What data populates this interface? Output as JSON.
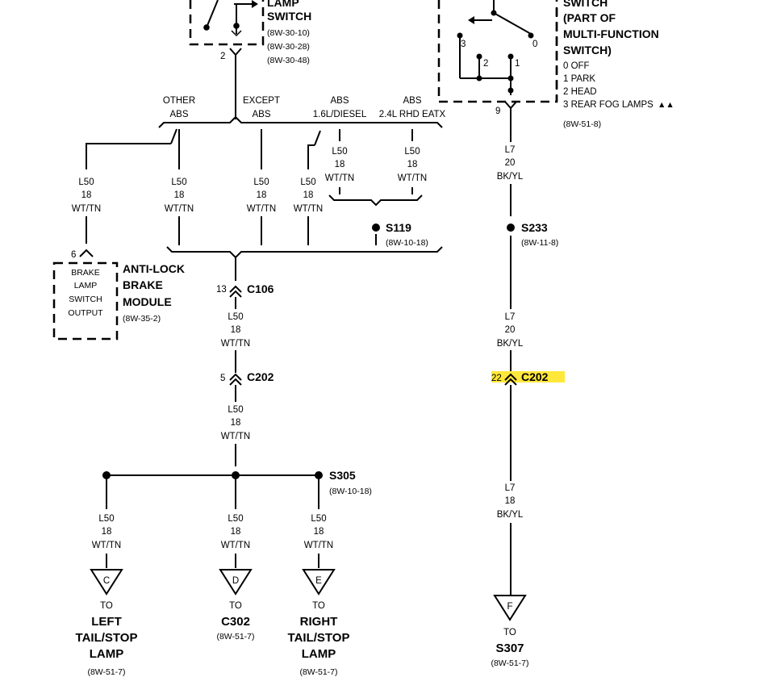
{
  "lamp_switch": {
    "title_line1": "LAMP",
    "title_line2": "SWITCH",
    "refs": [
      "(8W-30-10)",
      "(8W-30-28)",
      "(8W-30-48)"
    ],
    "pin": "2"
  },
  "headlamp_switch": {
    "title_lines": [
      "SWITCH",
      "(PART OF",
      "MULTI-FUNCTION",
      "SWITCH)"
    ],
    "positions": [
      "0 OFF",
      "1 PARK",
      "2 HEAD",
      "3 REAR FOG LAMPS"
    ],
    "fog_marker": "▲▲",
    "contact_labels": [
      "3",
      "2",
      "1",
      "0"
    ],
    "pin": "9",
    "ref": "(8W-51-8)"
  },
  "variants": [
    {
      "line1": "OTHER",
      "line2": "ABS"
    },
    {
      "line1": "EXCEPT",
      "line2": "ABS"
    },
    {
      "line1": "ABS",
      "line2": "1.6L/DIESEL"
    },
    {
      "line1": "ABS",
      "line2": "2.4L RHD EATX"
    }
  ],
  "wires": [
    {
      "circuit": "L50",
      "gauge": "18",
      "color": "WT/TN"
    },
    {
      "circuit": "L50",
      "gauge": "18",
      "color": "WT/TN"
    },
    {
      "circuit": "L50",
      "gauge": "18",
      "color": "WT/TN"
    },
    {
      "circuit": "L50",
      "gauge": "18",
      "color": "WT/TN"
    },
    {
      "circuit": "L50",
      "gauge": "18",
      "color": "WT/TN"
    },
    {
      "circuit": "L50",
      "gauge": "18",
      "color": "WT/TN"
    },
    {
      "circuit": "L50",
      "gauge": "18",
      "color": "WT/TN"
    },
    {
      "circuit": "L50",
      "gauge": "18",
      "color": "WT/TN"
    },
    {
      "circuit": "L50",
      "gauge": "18",
      "color": "WT/TN"
    },
    {
      "circuit": "L50",
      "gauge": "18",
      "color": "WT/TN"
    },
    {
      "circuit": "L50",
      "gauge": "18",
      "color": "WT/TN"
    },
    {
      "circuit": "L7",
      "gauge": "20",
      "color": "BK/YL"
    },
    {
      "circuit": "L7",
      "gauge": "20",
      "color": "BK/YL"
    },
    {
      "circuit": "L7",
      "gauge": "18",
      "color": "BK/YL"
    }
  ],
  "splices": {
    "s119": {
      "name": "S119",
      "ref": "(8W-10-18)"
    },
    "s233": {
      "name": "S233",
      "ref": "(8W-11-8)"
    },
    "s305": {
      "name": "S305",
      "ref": "(8W-10-18)"
    }
  },
  "connectors": {
    "c106": {
      "name": "C106",
      "pin": "13"
    },
    "c202_left": {
      "name": "C202",
      "pin": "5"
    },
    "c202_right": {
      "name": "C202",
      "pin": "22",
      "highlight": "#ffe83a"
    }
  },
  "abs_module": {
    "pin": "6",
    "inner_lines": [
      "BRAKE",
      "LAMP",
      "SWITCH",
      "OUTPUT"
    ],
    "title_lines": [
      "ANTI-LOCK",
      "BRAKE",
      "MODULE"
    ],
    "ref": "(8W-35-2)"
  },
  "terminals": [
    {
      "letter": "C",
      "to": "TO",
      "dest": [
        "LEFT",
        "TAIL/STOP",
        "LAMP"
      ],
      "ref": "(8W-51-7)"
    },
    {
      "letter": "D",
      "to": "TO",
      "dest": [
        "C302"
      ],
      "ref": "(8W-51-7)"
    },
    {
      "letter": "E",
      "to": "TO",
      "dest": [
        "RIGHT",
        "TAIL/STOP",
        "LAMP"
      ],
      "ref": "(8W-51-7)"
    },
    {
      "letter": "F",
      "to": "TO",
      "dest": [
        "S307"
      ],
      "ref": "(8W-51-7)"
    }
  ]
}
